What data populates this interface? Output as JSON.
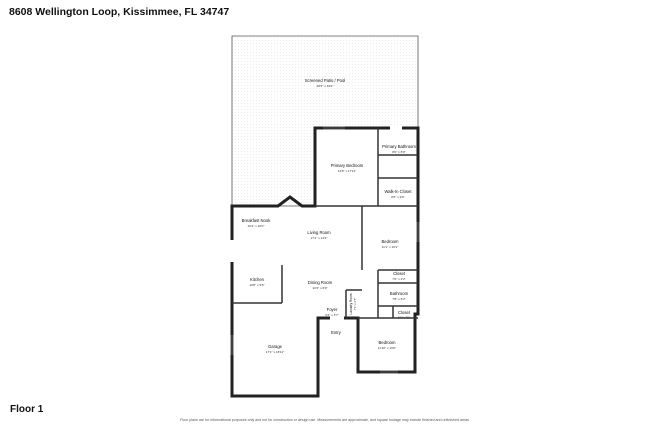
{
  "header": {
    "address": "8608 Wellington Loop, Kissimmee, FL 34747"
  },
  "floor": {
    "label": "Floor 1"
  },
  "footer": {
    "disclaimer": "Floor plans are for informational purposes only and not for construction or design use. Measurements are approximate, and square footage may include finished and unfinished areas."
  },
  "rooms": [
    {
      "id": "patio",
      "name": "Screened Patio / Pool",
      "dims": "28'3\" x 34'2\""
    },
    {
      "id": "primary-bedroom",
      "name": "Primary Bedroom",
      "dims": "12'8\" x 17'11\""
    },
    {
      "id": "primary-bathroom",
      "name": "Primary Bathroom",
      "dims": "8'0\" x 8'0\""
    },
    {
      "id": "walk-in-closet",
      "name": "Walk-In Closet",
      "dims": "8'6\" x 9'6\""
    },
    {
      "id": "breakfast-nook",
      "name": "Breakfast Nook",
      "dims": "10'4\" x 10'0\""
    },
    {
      "id": "living-room",
      "name": "Living Room",
      "dims": "17'1\" x 14'4\""
    },
    {
      "id": "bedroom-1",
      "name": "Bedroom",
      "dims": "11'1\" x 10'1\""
    },
    {
      "id": "closet-1",
      "name": "Closet",
      "dims": "7'0\" x 2'2\""
    },
    {
      "id": "kitchen",
      "name": "Kitchen",
      "dims": "10'8\" x 9'5\""
    },
    {
      "id": "dining-room",
      "name": "Dining Room",
      "dims": "10'3\" x 8'9\""
    },
    {
      "id": "bathroom",
      "name": "Bathroom",
      "dims": "7'8\" x 5'2\""
    },
    {
      "id": "laundry",
      "name": "Laundry Room",
      "dims": "7'1\" x 3'7\""
    },
    {
      "id": "closet-2",
      "name": "Closet",
      "dims": "5'0\" x 2'0\""
    },
    {
      "id": "foyer",
      "name": "Foyer",
      "dims": "6'2\" x 3'7\""
    },
    {
      "id": "entry",
      "name": "Entry",
      "dims": ""
    },
    {
      "id": "garage",
      "name": "Garage",
      "dims": "17'1\" x 18'11\""
    },
    {
      "id": "bedroom-2",
      "name": "Bedroom",
      "dims": "11'10\" x 10'0\""
    }
  ]
}
